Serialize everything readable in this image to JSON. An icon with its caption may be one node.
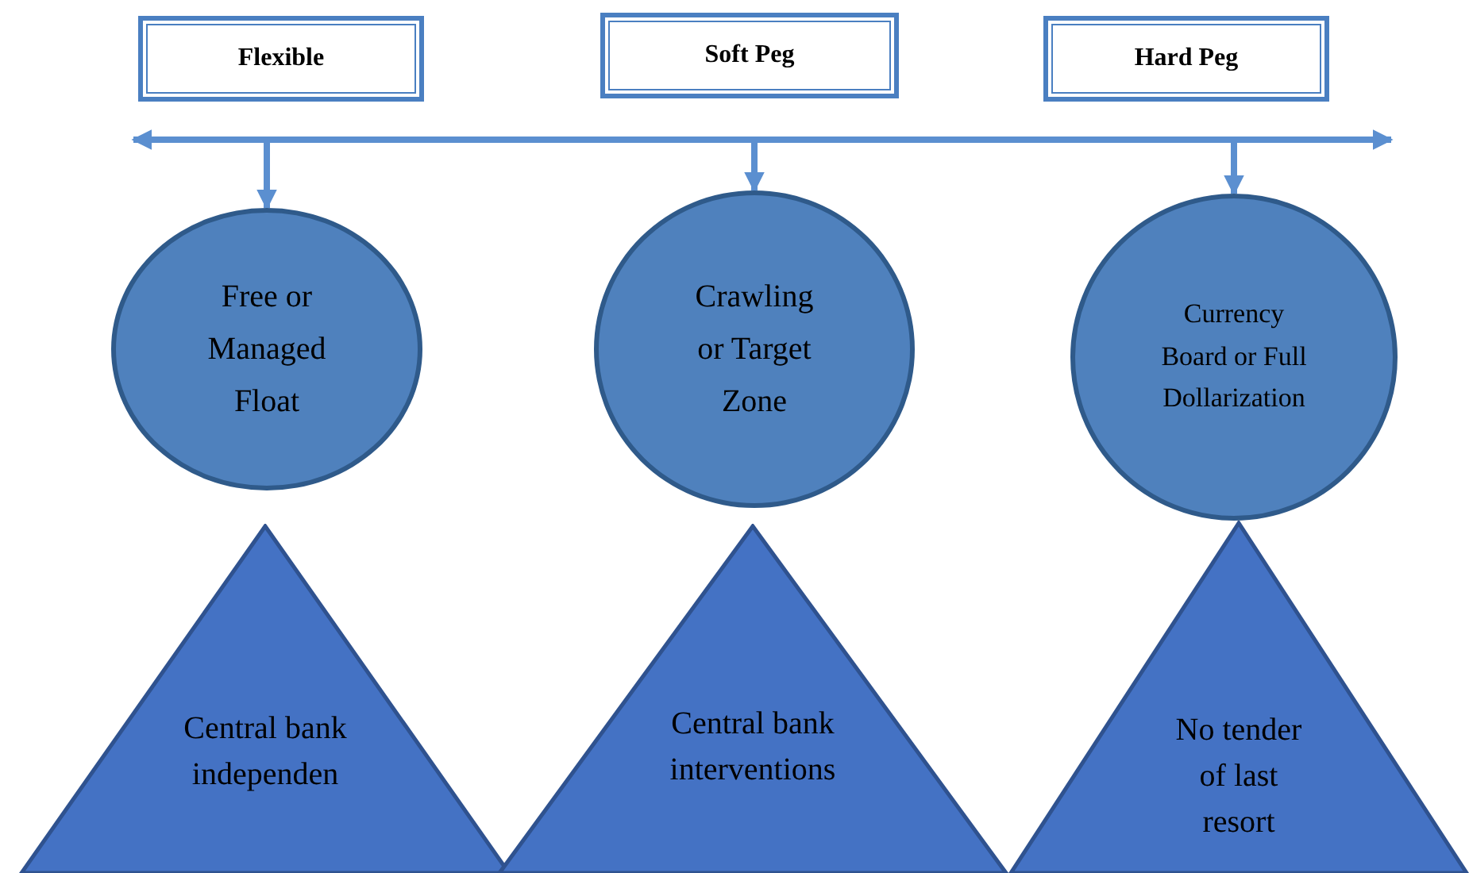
{
  "diagram": {
    "nodes": [
      {
        "text": [
          "Flexible"
        ]
      },
      {
        "text": [
          "Soft Peg"
        ]
      },
      {
        "text": [
          "Hard Peg"
        ]
      },
      {
        "text": [
          "Free or Managed Float"
        ]
      },
      {
        "text": [
          "Crawling or Target Zone"
        ]
      },
      {
        "text": [
          "Currency Board or Full Dollarization"
        ]
      },
      {
        "text": [
          "Central bank independen"
        ]
      },
      {
        "text": [
          "Central bank interventions"
        ]
      },
      {
        "text": [
          "No tender of last resort"
        ]
      }
    ],
    "edges": [
      {
        "from": null,
        "to": 3,
        "arrow": "to"
      },
      {
        "from": null,
        "to": 4,
        "arrow": "to"
      },
      {
        "from": null,
        "to": 5,
        "arrow": "to"
      }
    ]
  }
}
